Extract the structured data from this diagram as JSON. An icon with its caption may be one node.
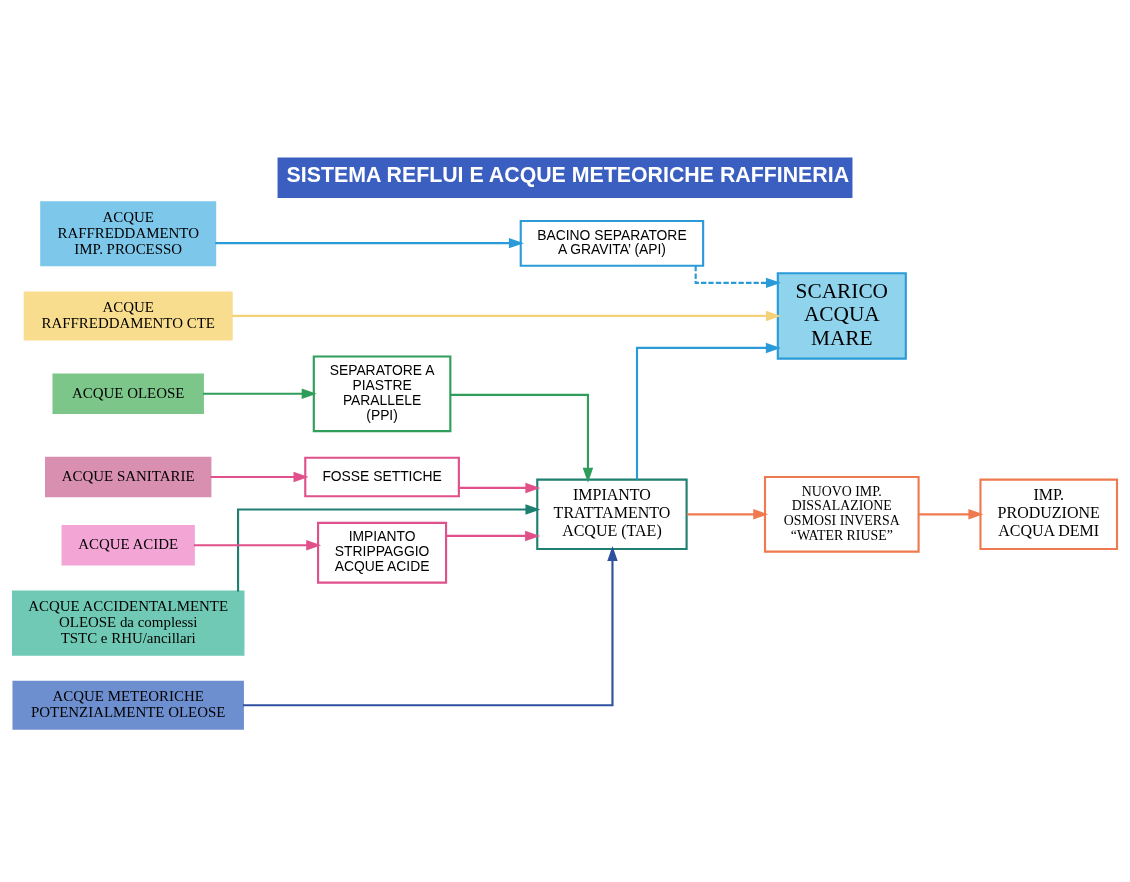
{
  "diagram": {
    "title": "SISTEMA REFLUI E ACQUE METEORICHE RAFFINERIA",
    "nodes": [
      {
        "text": [
          "ACQUE OLEOSE"
        ]
      },
      {
        "text": [
          "ACQUE RAFFREDDAMENTO IMP. PROCESSO"
        ]
      },
      {
        "text": [
          "ACQUE ACCIDENTALMENTE OLEOSE da complessi TSTC e RHU/ancillari"
        ]
      },
      {
        "text": [
          "ACQUE METEORICHE POTENZIALMENTE OLEOSE"
        ]
      },
      {
        "text": [
          "ACQUE SANITARIE"
        ]
      },
      {
        "text": [
          "ACQUE ACIDE"
        ]
      },
      {
        "text": [
          "ACQUE RAFFREDDAMENTO CTE"
        ]
      },
      {
        "text": [
          "SEPARATORE A PIASTRE PARALLELE (PPI)"
        ]
      },
      {
        "text": [
          "BACINO SEPARATORE A GRAVITA’ (API)"
        ]
      },
      {
        "text": [
          "IMPIANTO TRATTAMENTO ACQUE (TAE)"
        ]
      },
      {
        "text": [
          "FOSSE SETTICHE"
        ]
      },
      {
        "text": [
          "IMPIANTO STRIPPAGGIO ACQUE ACIDE"
        ]
      },
      {
        "text": [
          "SCARICO ACQUA MARE"
        ]
      },
      {
        "text": [
          "NUOVO IMP. DISSALAZIONE OSMOSI INVERSA “WATER RIUSE”"
        ]
      },
      {
        "text": [
          "IMP. PRODUZIONE ACQUA DEMI"
        ]
      }
    ],
    "edges": [
      {
        "from": 0,
        "to": 7,
        "arrow": "to",
        "color": "#2e9e5a"
      },
      {
        "from": 1,
        "to": 8,
        "arrow": "to",
        "color": "#2a9ad8"
      },
      {
        "from": 7,
        "to": 9,
        "arrow": "to",
        "color": "#2e9e5a"
      },
      {
        "from": 8,
        "to": 12,
        "arrow": "to",
        "style": "dashed",
        "color": "#2a9ad8"
      },
      {
        "from": 2,
        "to": 9,
        "arrow": "to",
        "color": "#1f7f70"
      },
      {
        "from": 3,
        "to": 9,
        "arrow": "to",
        "color": "#2f4f9f"
      },
      {
        "from": 4,
        "to": 10,
        "arrow": "to",
        "color": "#e0508a"
      },
      {
        "from": 10,
        "to": 9,
        "arrow": "to",
        "color": "#e0508a"
      },
      {
        "from": 5,
        "to": 11,
        "arrow": "to",
        "color": "#e0508a"
      },
      {
        "from": 11,
        "to": 9,
        "arrow": "to",
        "color": "#e0508a"
      },
      {
        "from": 9,
        "to": 12,
        "arrow": "to",
        "color": "#2a9ad8"
      },
      {
        "from": 9,
        "to": 13,
        "arrow": "to",
        "color": "#f07a50"
      },
      {
        "from": 6,
        "to": 12,
        "arrow": "to",
        "color": "#f5d27a"
      },
      {
        "from": 13,
        "to": 14,
        "arrow": "to",
        "color": "#f07a50"
      }
    ]
  }
}
